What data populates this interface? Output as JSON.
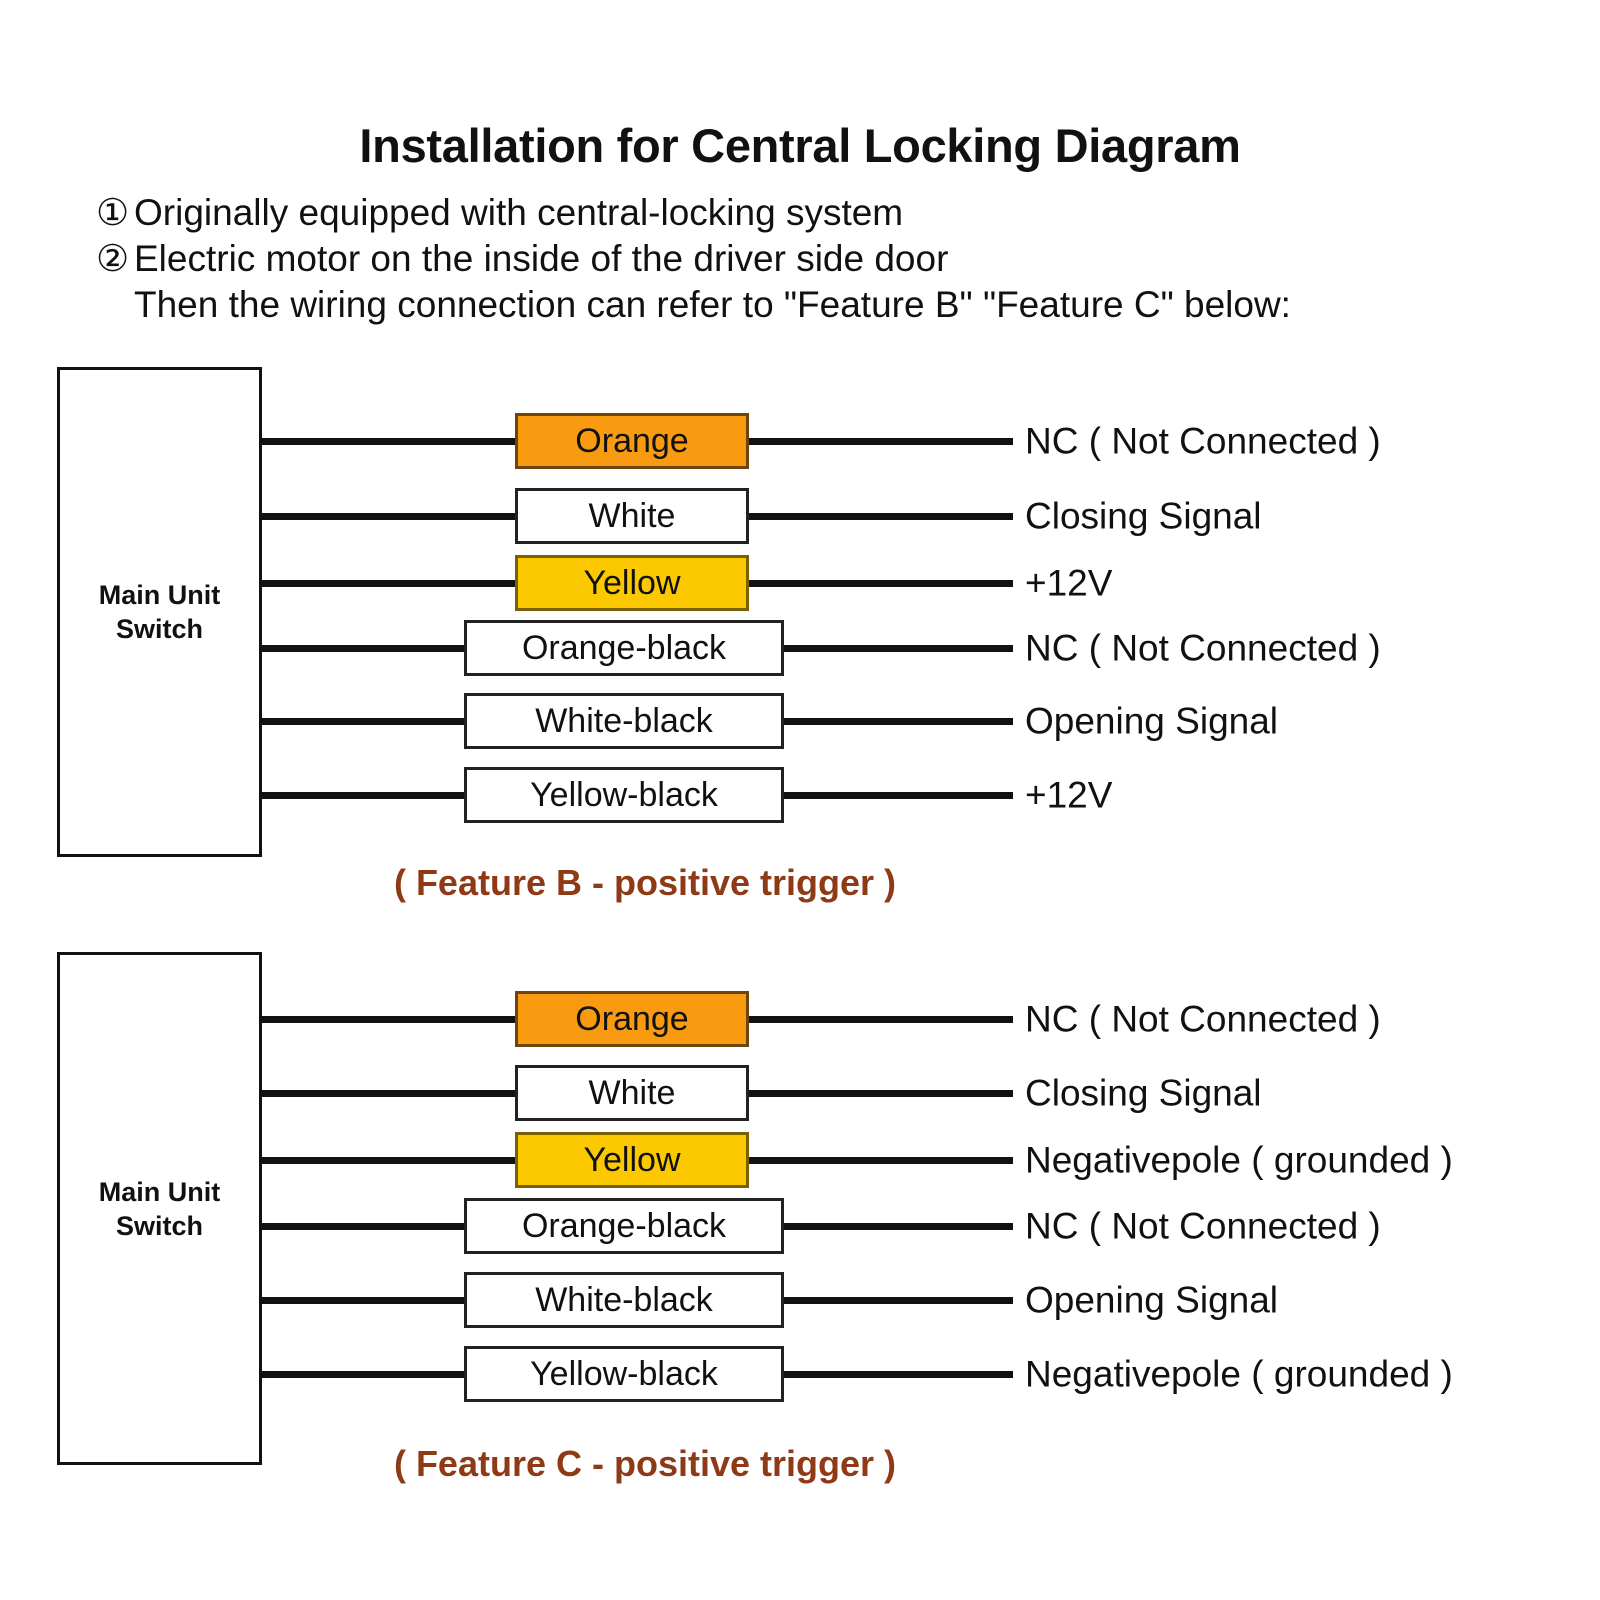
{
  "header": {
    "title": "Installation for Central Locking Diagram",
    "lines": [
      {
        "marker": "①",
        "text": "Originally equipped with central-locking system"
      },
      {
        "marker": "②",
        "text": "Electric motor on the inside of the driver side door"
      },
      {
        "marker": "",
        "text": "Then the wiring connection can refer to \"Feature B\" \"Feature C\" below:"
      }
    ]
  },
  "colors": {
    "orange": "#F99B10",
    "yellow": "#FCC900",
    "wire": "#111111",
    "caption": "#8F3A16"
  },
  "blocks": [
    {
      "unit_label": "Main Unit\nSwitch",
      "caption": "( Feature B - positive trigger )",
      "rows": [
        {
          "wire": "Orange",
          "style": "orange",
          "function": "NC ( Not Connected )"
        },
        {
          "wire": "White",
          "style": "plain",
          "function": "Closing Signal"
        },
        {
          "wire": "Yellow",
          "style": "yellow",
          "function": "+12V"
        },
        {
          "wire": "Orange-black",
          "style": "plain",
          "function": "NC ( Not Connected )"
        },
        {
          "wire": "White-black",
          "style": "plain",
          "function": "Opening Signal"
        },
        {
          "wire": "Yellow-black",
          "style": "plain",
          "function": "+12V"
        }
      ]
    },
    {
      "unit_label": "Main Unit\nSwitch",
      "caption": "( Feature C - positive trigger )",
      "rows": [
        {
          "wire": "Orange",
          "style": "orange",
          "function": "NC ( Not Connected )"
        },
        {
          "wire": "White",
          "style": "plain",
          "function": "Closing Signal"
        },
        {
          "wire": "Yellow",
          "style": "yellow",
          "function": "Negativepole ( grounded )"
        },
        {
          "wire": "Orange-black",
          "style": "plain",
          "function": "NC ( Not Connected )"
        },
        {
          "wire": "White-black",
          "style": "plain",
          "function": "Opening Signal"
        },
        {
          "wire": "Yellow-black",
          "style": "plain",
          "function": "Negativepole ( grounded )"
        }
      ]
    }
  ]
}
